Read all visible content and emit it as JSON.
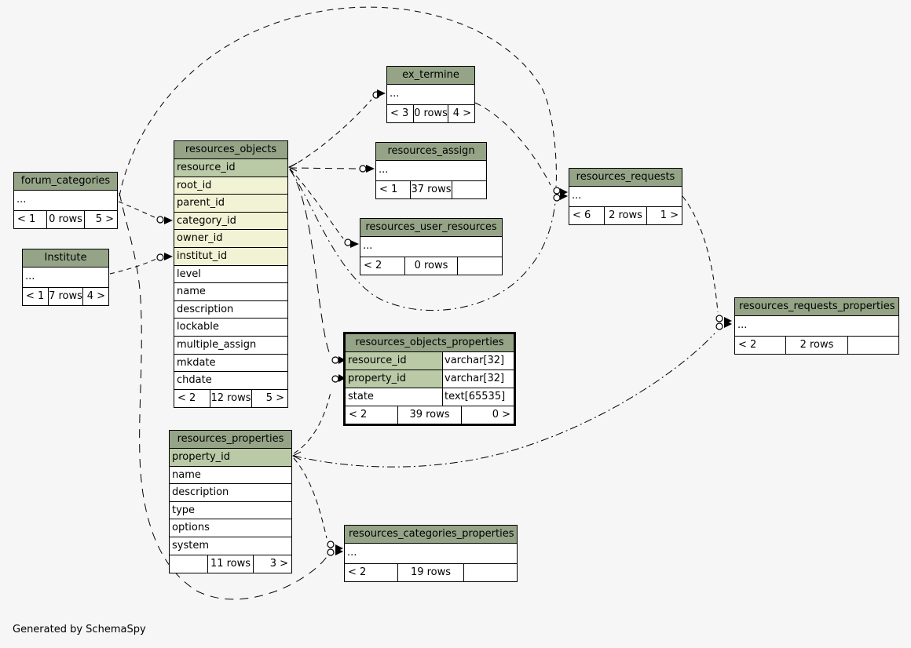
{
  "page": {
    "footnote": "Generated by SchemaSpy"
  },
  "colors": {
    "bg": "#f6f6f6",
    "header": "#95a487",
    "pk": "#bac9a6",
    "fk": "#f2f2d5"
  },
  "tables": [
    {
      "id": "forum_categories",
      "title": "forum_categories",
      "rows": [
        {
          "label": "...",
          "kind": "plain"
        }
      ],
      "footer": {
        "left": "< 1",
        "center": "0 rows",
        "right": "5 >"
      }
    },
    {
      "id": "institute",
      "title": "Institute",
      "rows": [
        {
          "label": "...",
          "kind": "plain"
        }
      ],
      "footer": {
        "left": "< 1",
        "center": "7 rows",
        "right": "4 >"
      }
    },
    {
      "id": "resources_objects",
      "title": "resources_objects",
      "rows": [
        {
          "label": "resource_id",
          "kind": "pk"
        },
        {
          "label": "root_id",
          "kind": "fk"
        },
        {
          "label": "parent_id",
          "kind": "fk"
        },
        {
          "label": "category_id",
          "kind": "fk"
        },
        {
          "label": "owner_id",
          "kind": "fk"
        },
        {
          "label": "institut_id",
          "kind": "fk"
        },
        {
          "label": "level",
          "kind": "plain"
        },
        {
          "label": "name",
          "kind": "plain"
        },
        {
          "label": "description",
          "kind": "plain"
        },
        {
          "label": "lockable",
          "kind": "plain"
        },
        {
          "label": "multiple_assign",
          "kind": "plain"
        },
        {
          "label": "mkdate",
          "kind": "plain"
        },
        {
          "label": "chdate",
          "kind": "plain"
        }
      ],
      "footer": {
        "left": "< 2",
        "center": "12 rows",
        "right": "5 >"
      }
    },
    {
      "id": "ex_termine",
      "title": "ex_termine",
      "rows": [
        {
          "label": "...",
          "kind": "plain"
        }
      ],
      "footer": {
        "left": "< 3",
        "center": "0 rows",
        "right": "4 >"
      }
    },
    {
      "id": "resources_assign",
      "title": "resources_assign",
      "rows": [
        {
          "label": "...",
          "kind": "plain"
        }
      ],
      "footer": {
        "left": "< 1",
        "center": "37 rows",
        "right": ""
      }
    },
    {
      "id": "resources_user_resources",
      "title": "resources_user_resources",
      "rows": [
        {
          "label": "...",
          "kind": "plain"
        }
      ],
      "footer": {
        "left": "< 2",
        "center": "0 rows",
        "right": ""
      }
    },
    {
      "id": "resources_requests",
      "title": "resources_requests",
      "rows": [
        {
          "label": "...",
          "kind": "plain"
        }
      ],
      "footer": {
        "left": "< 6",
        "center": "2 rows",
        "right": "1 >"
      }
    },
    {
      "id": "resources_requests_properties",
      "title": "resources_requests_properties",
      "rows": [
        {
          "label": "...",
          "kind": "plain"
        }
      ],
      "footer": {
        "left": "< 2",
        "center": "2 rows",
        "right": ""
      }
    },
    {
      "id": "resources_objects_properties",
      "title": "resources_objects_properties",
      "rows": [
        {
          "label": "resource_id",
          "type": "varchar[32]",
          "kind": "pk"
        },
        {
          "label": "property_id",
          "type": "varchar[32]",
          "kind": "pk"
        },
        {
          "label": "state",
          "type": "text[65535]",
          "kind": "plain"
        }
      ],
      "footer": {
        "left": "< 2",
        "center": "39 rows",
        "right": "0 >"
      }
    },
    {
      "id": "resources_properties",
      "title": "resources_properties",
      "rows": [
        {
          "label": "property_id",
          "kind": "pk"
        },
        {
          "label": "name",
          "kind": "plain"
        },
        {
          "label": "description",
          "kind": "plain"
        },
        {
          "label": "type",
          "kind": "plain"
        },
        {
          "label": "options",
          "kind": "plain"
        },
        {
          "label": "system",
          "kind": "plain"
        }
      ],
      "footer": {
        "left": "",
        "center": "11 rows",
        "right": "3 >"
      }
    },
    {
      "id": "resources_categories_properties",
      "title": "resources_categories_properties",
      "rows": [
        {
          "label": "...",
          "kind": "plain"
        }
      ],
      "footer": {
        "left": "< 2",
        "center": "19 rows",
        "right": ""
      }
    }
  ]
}
